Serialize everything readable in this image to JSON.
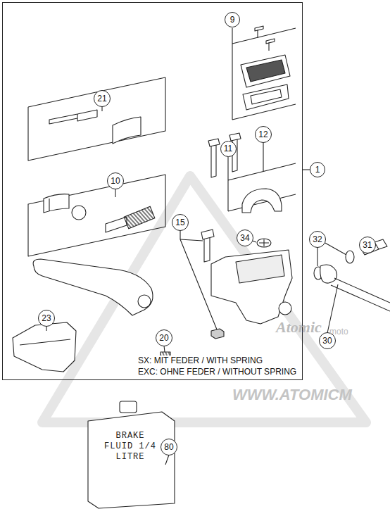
{
  "diagram": {
    "nodes": [
      {
        "text": [
          "SX: MIT FEDER / WITH SPRING",
          "EXC: OHNE FEDER / WITHOUT SPRING"
        ]
      },
      {
        "text": [
          "9"
        ],
        "in": 0
      },
      {
        "text": [
          "21"
        ],
        "in": 0
      },
      {
        "text": [
          "12"
        ],
        "in": 0
      },
      {
        "text": [
          "11"
        ],
        "in": 0
      },
      {
        "text": [
          "1"
        ]
      },
      {
        "text": [
          "10"
        ],
        "in": 0
      },
      {
        "text": [
          "15"
        ],
        "in": 0
      },
      {
        "text": [
          "34"
        ],
        "in": 0
      },
      {
        "text": [
          "32"
        ]
      },
      {
        "text": [
          "31"
        ]
      },
      {
        "text": [
          "30"
        ]
      },
      {
        "text": [
          "23"
        ],
        "in": 0
      },
      {
        "text": [
          "20"
        ],
        "in": 0
      },
      {
        "text": [
          "80"
        ]
      }
    ],
    "edges": [],
    "labels": [
      "BRAKE FLUID 1/4 LITRE",
      "Atomic",
      "moto",
      "WWW.ATOMICM"
    ]
  }
}
